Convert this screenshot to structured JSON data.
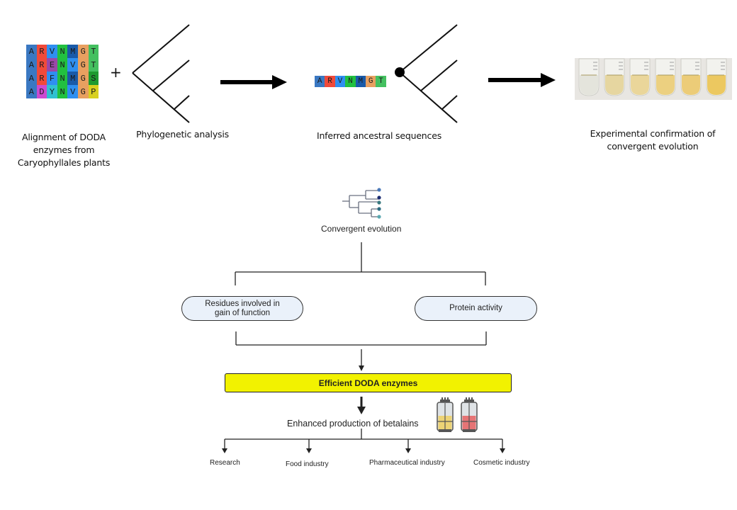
{
  "top_workflow": {
    "alignment": {
      "rows": [
        [
          "A",
          "R",
          "V",
          "N",
          "M",
          "G",
          "T"
        ],
        [
          "A",
          "R",
          "E",
          "N",
          "V",
          "G",
          "T"
        ],
        [
          "A",
          "R",
          "F",
          "N",
          "M",
          "G",
          "S"
        ],
        [
          "A",
          "D",
          "Y",
          "N",
          "V",
          "G",
          "P"
        ]
      ],
      "colors": [
        [
          "#3a78c2",
          "#f04a3a",
          "#2f8ff0",
          "#22c040",
          "#1a5aa8",
          "#e8a060",
          "#44c060"
        ],
        [
          "#3a78c2",
          "#f04a3a",
          "#9a48a8",
          "#22c040",
          "#2f8ff0",
          "#e8a060",
          "#44c060"
        ],
        [
          "#3a78c2",
          "#f04a3a",
          "#2f8ff0",
          "#22c040",
          "#1a5aa8",
          "#e8a060",
          "#1e9a30"
        ],
        [
          "#3a78c2",
          "#cc4ad0",
          "#30c0d0",
          "#22c040",
          "#2f8ff0",
          "#e8a060",
          "#d8d020"
        ]
      ],
      "label_lines": [
        "Alignment of DODA",
        "enzymes from",
        "Caryophyllales plants"
      ]
    },
    "plus_sign": "+",
    "phylogenetic": {
      "label": "Phylogenetic analysis"
    },
    "ancestral": {
      "sequence": [
        "A",
        "R",
        "V",
        "N",
        "M",
        "G",
        "T"
      ],
      "colors": [
        "#3a78c2",
        "#f04a3a",
        "#2f8ff0",
        "#22c040",
        "#1a5aa8",
        "#e8a060",
        "#44c060"
      ],
      "label": "Inferred ancestral sequences"
    },
    "experimental": {
      "label_lines": [
        "Experimental confirmation of",
        "convergent evolution"
      ],
      "tube_count": 6
    }
  },
  "bottom_workflow": {
    "convergent_label": "Convergent evolution",
    "tree_tip_colors": [
      "#4a78b8",
      "#1a2a70",
      "#3a7a80",
      "#2a6a80",
      "#5aa8b0"
    ],
    "branch_left": "Residues involved in gain of function",
    "branch_left_lines": [
      "Residues involved in",
      "gain of function"
    ],
    "branch_right": "Protein activity",
    "result_box": "Efficient DODA enzymes",
    "result_color": "#f2f200",
    "production_label": "Enhanced production of betalains",
    "bioreactor_colors": [
      "#f0d060",
      "#e86060"
    ],
    "applications": [
      "Research",
      "Food industry",
      "Pharmaceutical industry",
      "Cosmetic industry"
    ]
  }
}
